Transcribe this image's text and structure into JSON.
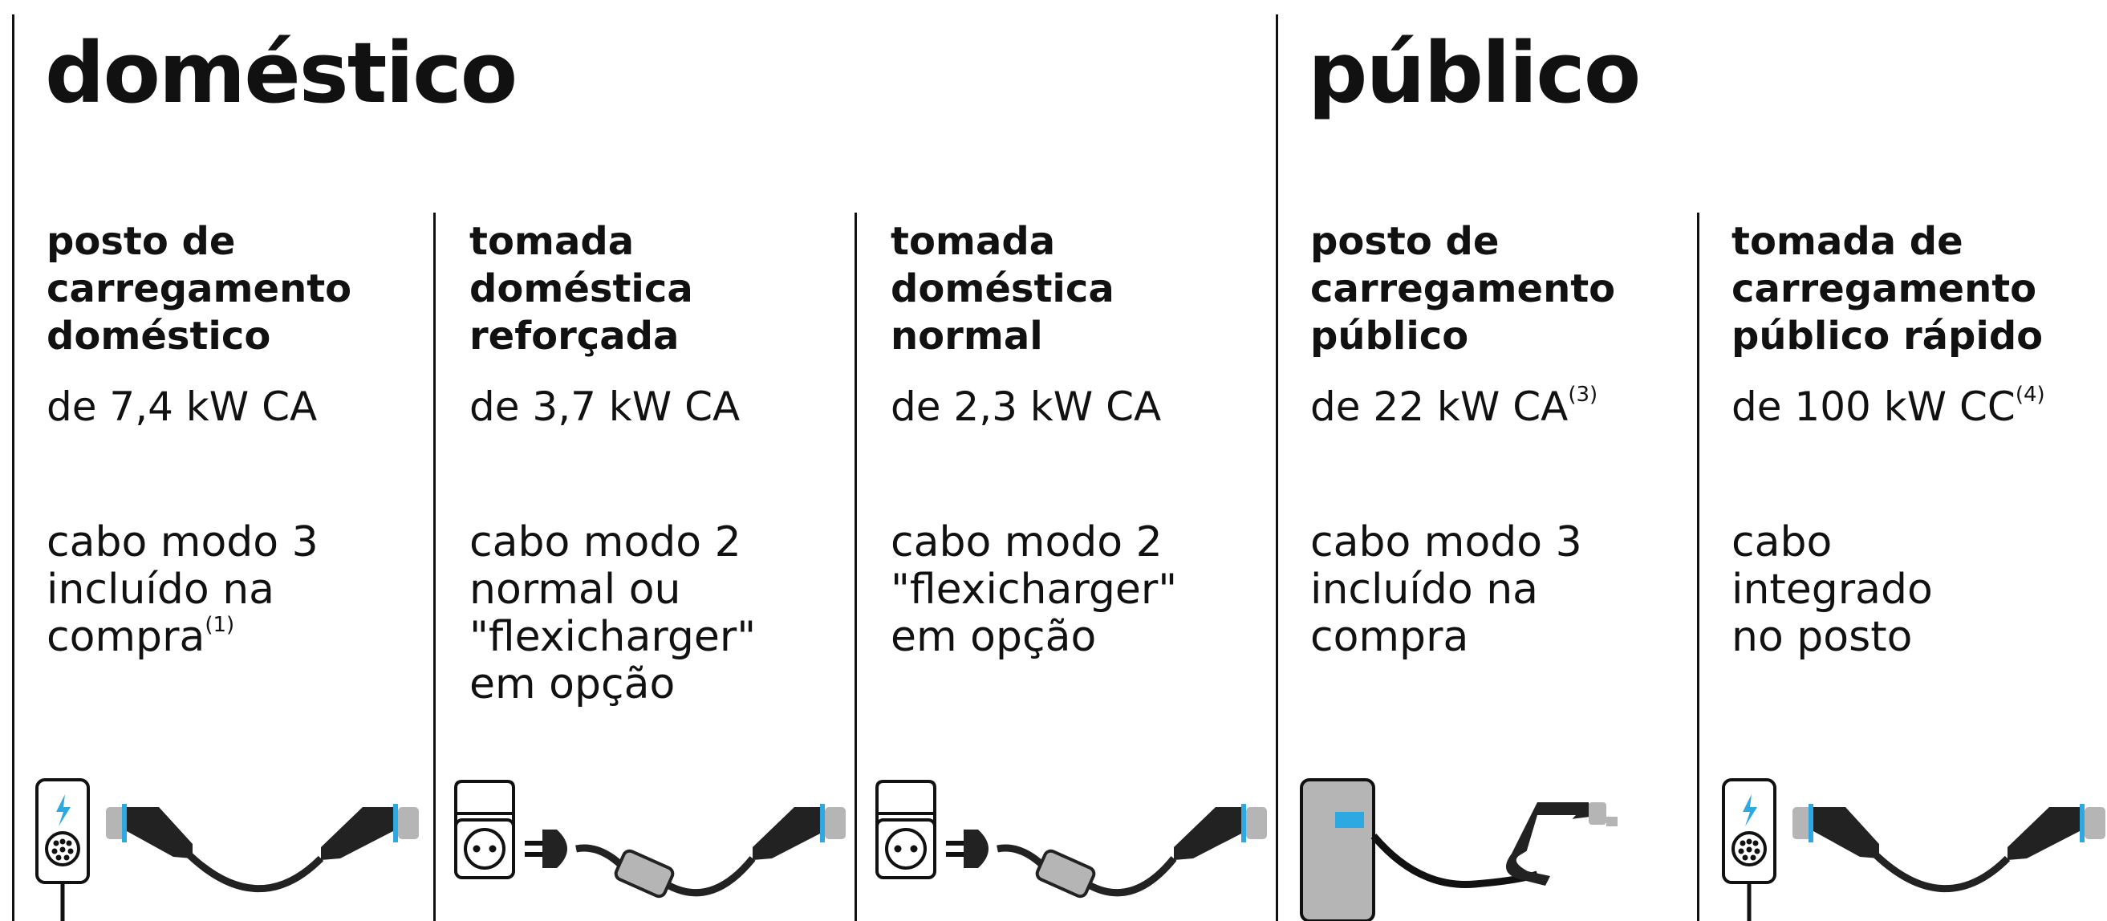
{
  "sections": {
    "domestic": {
      "title": "doméstico"
    },
    "public": {
      "title": "público"
    }
  },
  "columns": [
    {
      "title": "posto de\ncarregamento\ndoméstico",
      "power": "de 7,4 kW CA",
      "power_note": "",
      "cable": "cabo modo 3\nincluído na\ncompra",
      "cable_note": "(1)",
      "icon": "wallbox-charger-icon"
    },
    {
      "title": "tomada\ndoméstica\nreforçada",
      "power": "de 3,7 kW CA",
      "power_note": "",
      "cable": "cabo modo 2\nnormal ou\n\"flexicharger\"\nem opção",
      "cable_note": "",
      "icon": "reinforced-socket-cable-icon"
    },
    {
      "title": "tomada\ndoméstica\nnormal",
      "power": "de 2,3 kW CA",
      "power_note": "",
      "cable": "cabo modo 2\n\"flexicharger\"\nem opção",
      "cable_note": "",
      "icon": "normal-socket-cable-icon"
    },
    {
      "title": "posto de\ncarregamento\npúblico",
      "power": "de 22 kW CA",
      "power_note": "(3)",
      "cable": "cabo modo 3\nincluído na\ncompra",
      "cable_note": "",
      "icon": "public-charging-station-icon"
    },
    {
      "title": "tomada de\ncarregamento\npúblico rápido",
      "power": "de 100 kW CC",
      "power_note": "(4)",
      "cable": "cabo\nintegrado\nno posto",
      "cable_note": "",
      "icon": "fast-charger-icon"
    }
  ],
  "colors": {
    "accent_blue": "#2ea8e0",
    "dark_grey": "#222222",
    "mid_grey": "#b5b5b5",
    "line": "#111111"
  }
}
